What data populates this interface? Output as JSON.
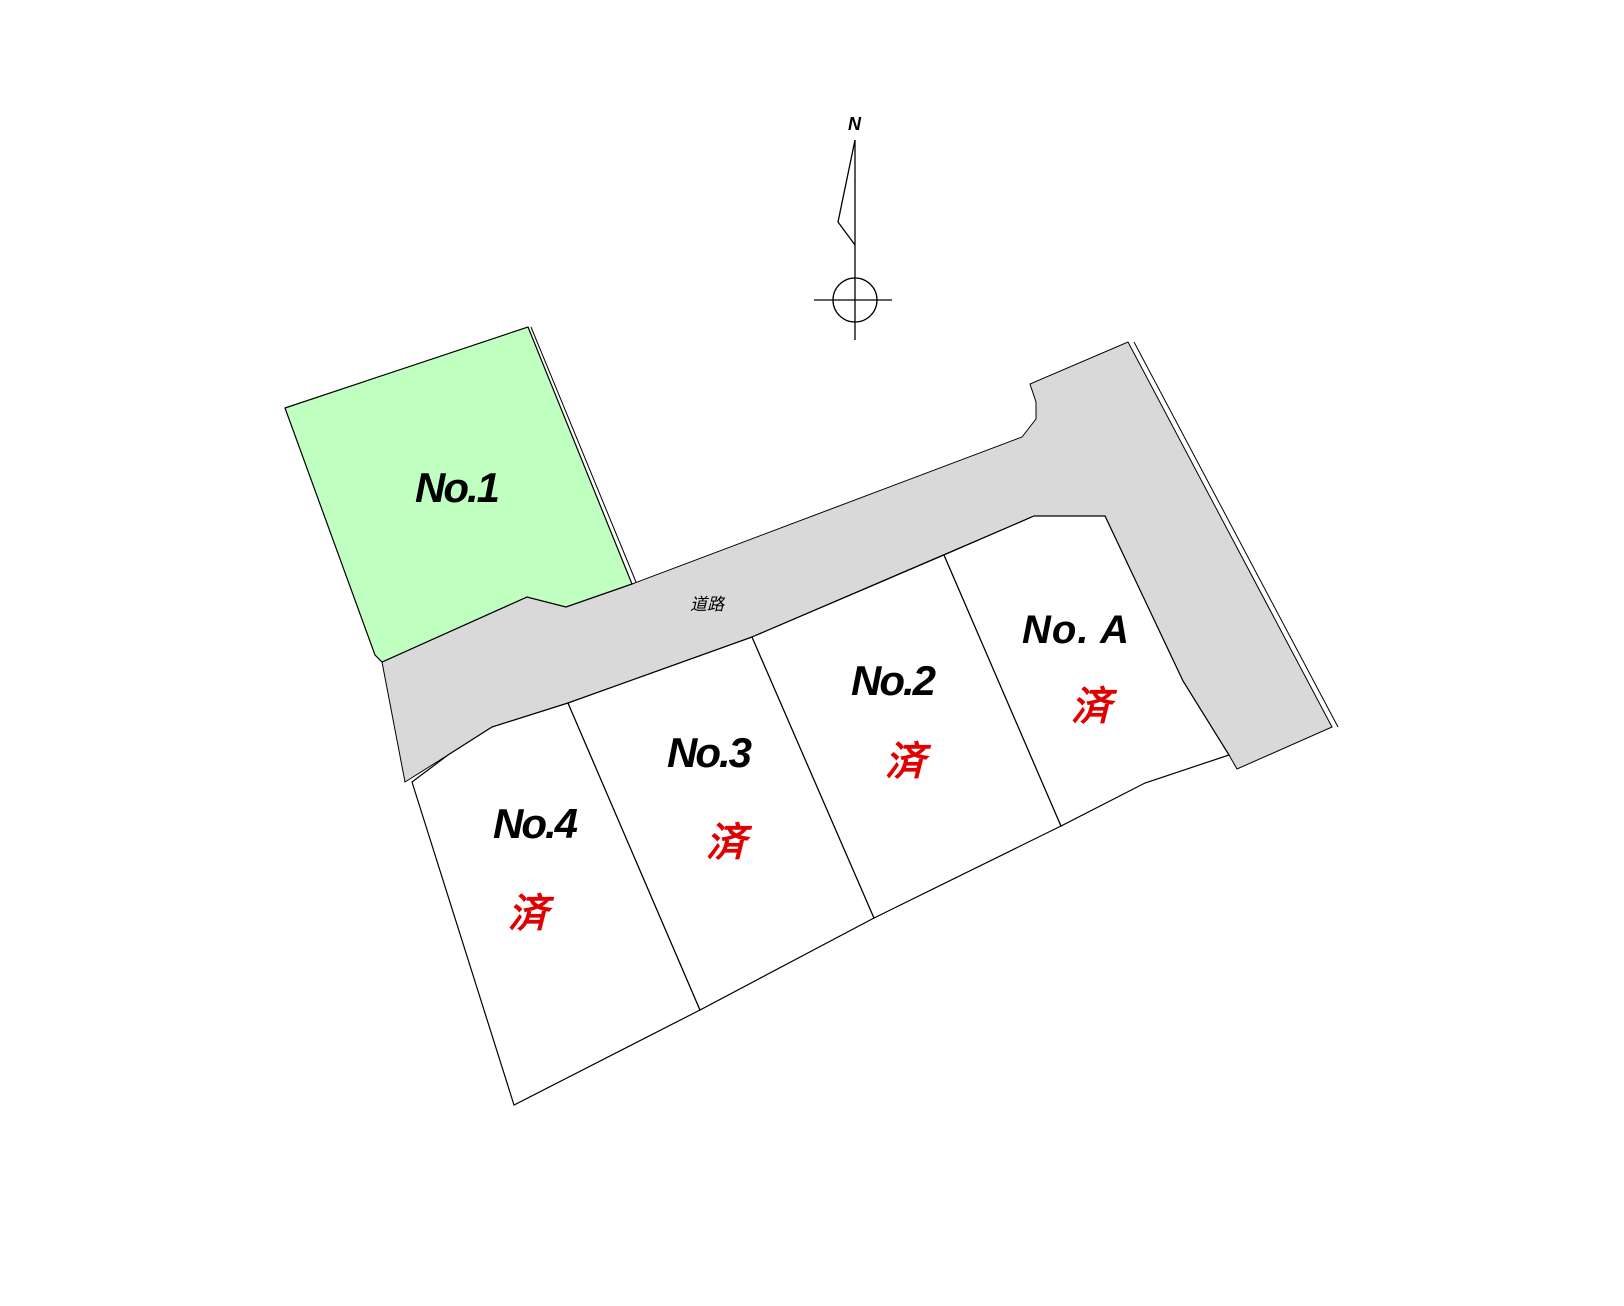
{
  "map": {
    "north_label": "N",
    "road": {
      "label": "道路",
      "color": "#d9d9d9"
    },
    "lots": [
      {
        "id": "lot-1",
        "label": "No.1",
        "status": "",
        "fill": "#bfffbf"
      },
      {
        "id": "lot-a",
        "label": "No. A",
        "status": "済",
        "fill": "#ffffff"
      },
      {
        "id": "lot-2",
        "label": "No.2",
        "status": "済",
        "fill": "#ffffff"
      },
      {
        "id": "lot-3",
        "label": "No.3",
        "status": "済",
        "fill": "#ffffff"
      },
      {
        "id": "lot-4",
        "label": "No.4",
        "status": "済",
        "fill": "#ffffff"
      }
    ],
    "colors": {
      "available_lot": "#bfffbf",
      "sold_mark": "#e00000",
      "road": "#d9d9d9",
      "outline": "#000000"
    }
  }
}
